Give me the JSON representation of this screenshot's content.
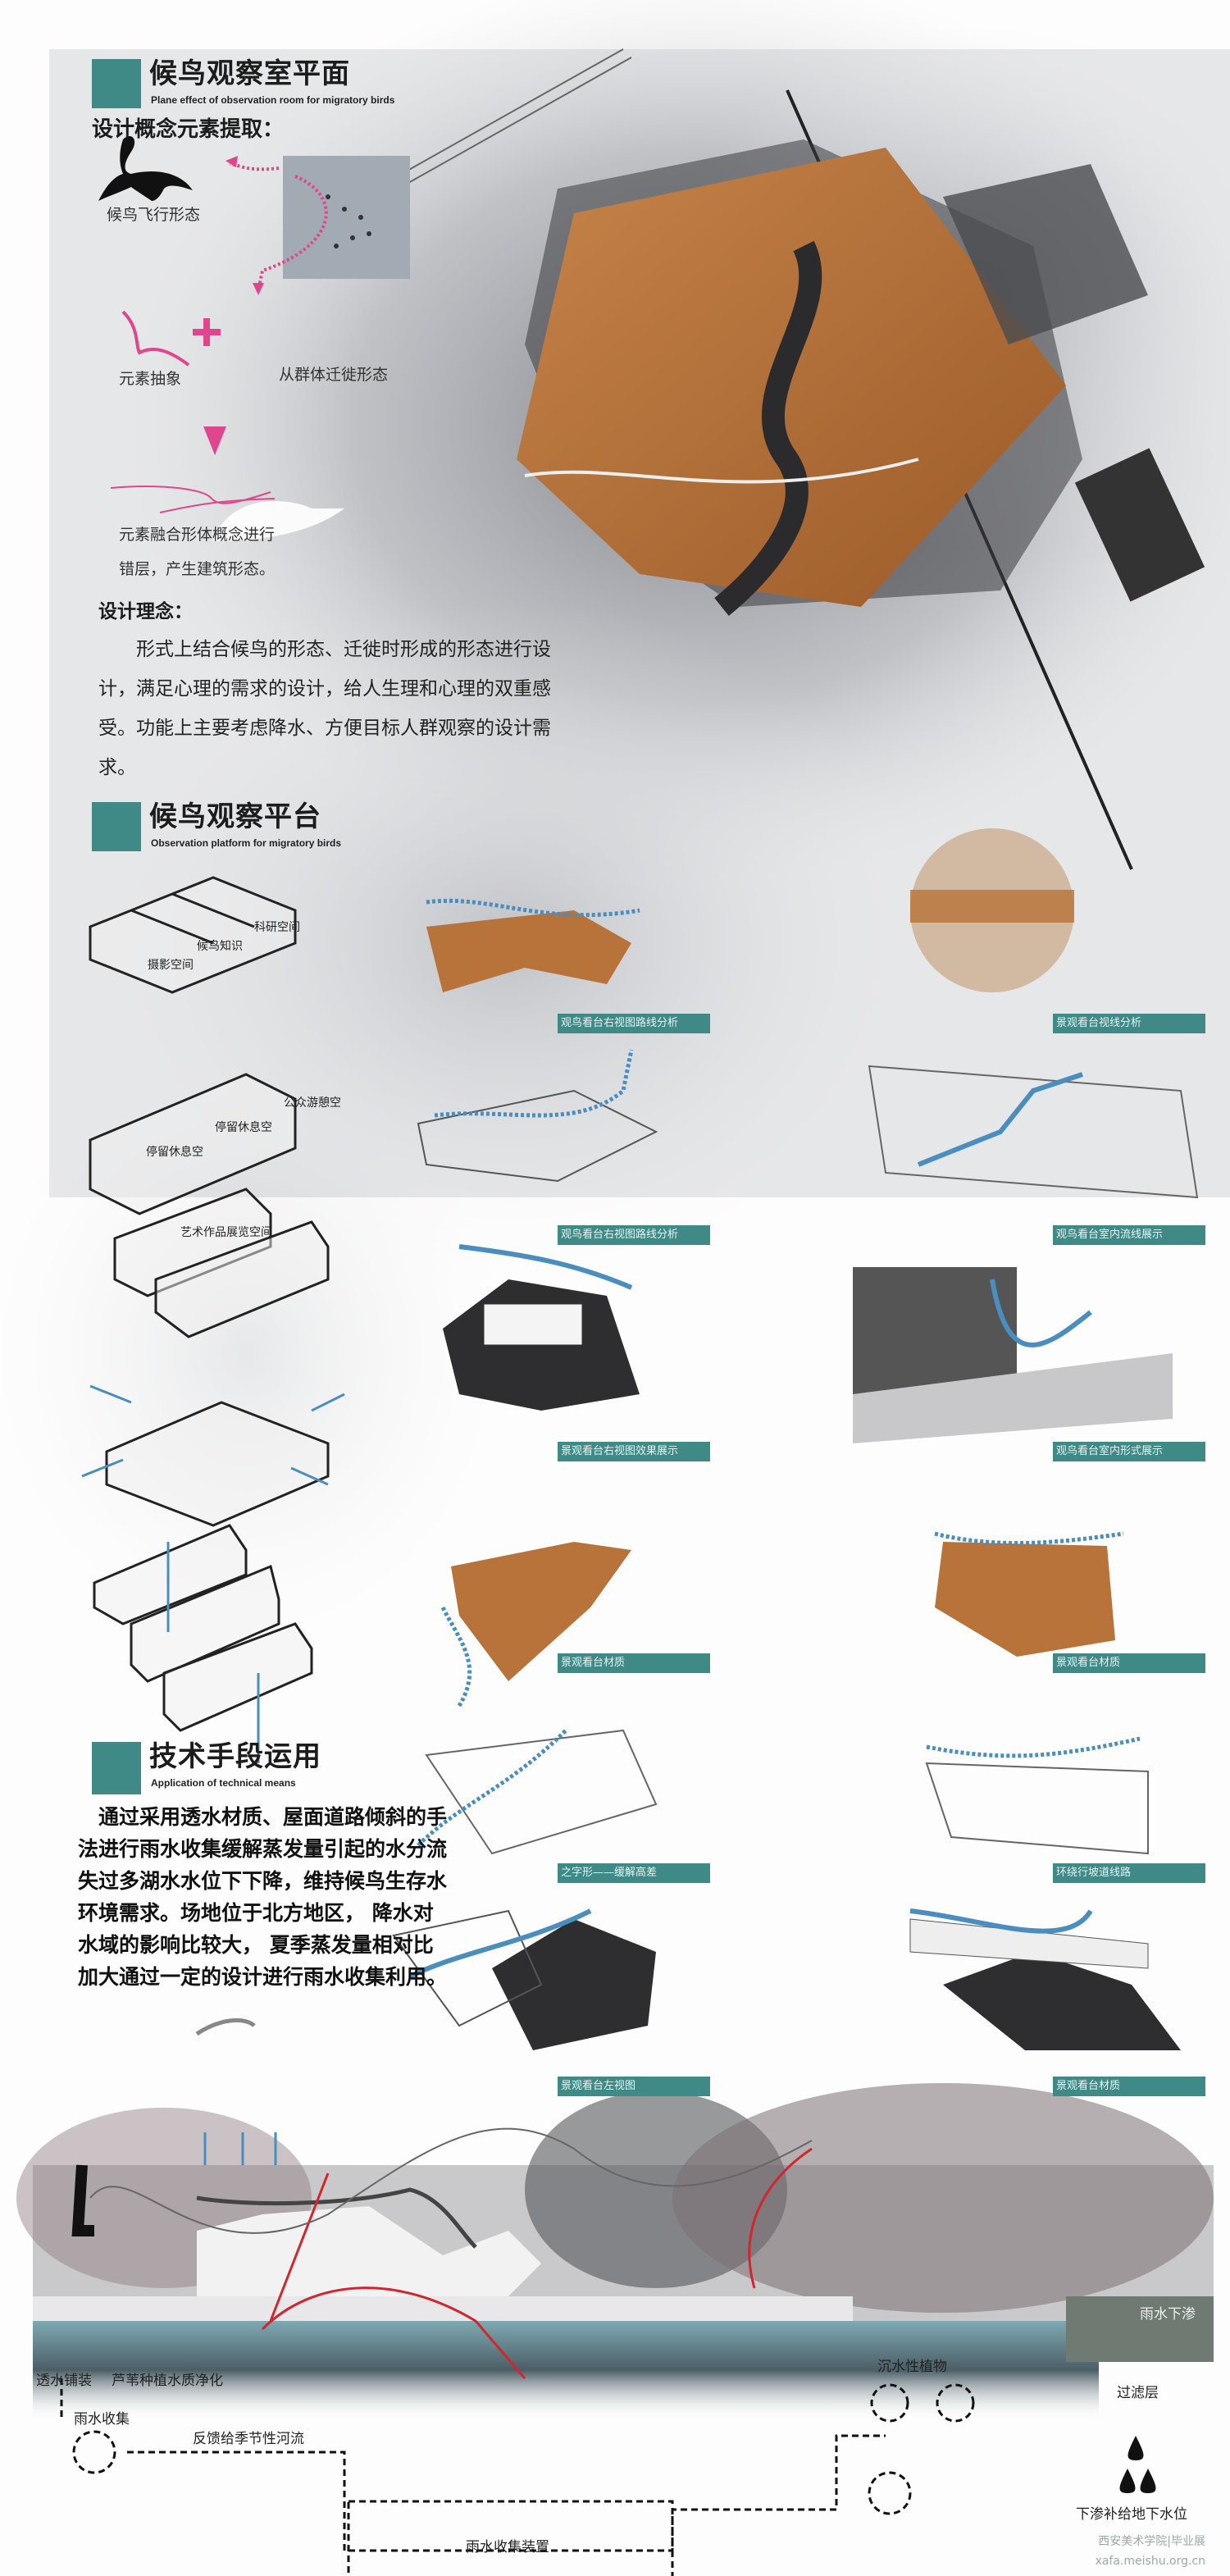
{
  "section1": {
    "title": "候鸟观察室平面",
    "subtitle": "Plane effect of observation room for migratory birds",
    "concept_heading": "设计概念元素提取：",
    "bird_flight_label": "候鸟飞行形态",
    "abstraction_label": "元素抽象",
    "migration_label": "从群体迁徙形态",
    "fusion_lines": [
      "元素融合形体概念进行",
      "错层，产生建筑形态。"
    ],
    "idea_heading": "设计理念：",
    "idea_text": "形式上结合候鸟的形态、迁徙时形成的形态进行设计，满足心理的需求的设计，给人生理和心理的双重感受。功能上主要考虑降水、方便目标人群观察的设计需求。"
  },
  "section2": {
    "title": "候鸟观察平台",
    "subtitle": "Observation platform for migratory birds",
    "box_labels": [
      "科研空间",
      "候鸟知识",
      "摄影空间",
      "公众游憩空",
      "停留休息空",
      "停留休息空",
      "艺术作品展览空间"
    ],
    "panel_labels": [
      "观鸟看台右视图路线分析",
      "景观看台视线分析",
      "观鸟看台右视图路线分析",
      "观鸟看台室内流线展示",
      "景观看台右视图效果展示",
      "观鸟看台室内形式展示",
      "景观看台材质",
      "景观看台材质",
      "之字形——缓解高差",
      "环绕行坡道线路",
      "景观看台左视图",
      "景观看台材质"
    ]
  },
  "section3": {
    "title": "技术手段运用",
    "subtitle": "Application of technical means",
    "text": "通过采用透水材质、屋面道路倾斜的手法进行雨水收集缓解蒸发量引起的水分流失过多湖水水位下下降，维持候鸟生存水环境需求。场地位于北方地区， 降水对水域的影响比较大， 夏季蒸发量相对比加大通过一定的设计进行雨水收集利用。"
  },
  "section_diagram": {
    "labels": {
      "permeable_paving": "透水铺装",
      "reed_purification": "芦苇种植水质净化",
      "rain_collection": "雨水收集",
      "seasonal_river": "反馈给季节性河流",
      "collection_device": "雨水收集装置",
      "submerged_plants": "沉水性植物",
      "rain_infiltration": "雨水下渗",
      "filter_layer": "过滤层",
      "groundwater_recharge": "下渗补给地下水位"
    }
  },
  "watermark": {
    "line1": "西安美术学院|毕业展",
    "line2": "xafa.meishu.org.cn"
  },
  "colors": {
    "teal": "#3f8a87",
    "pink": "#e0468e",
    "wood": "#b8733a",
    "flow_blue": "#4a8dbf",
    "red_arrow": "#d0262e"
  }
}
